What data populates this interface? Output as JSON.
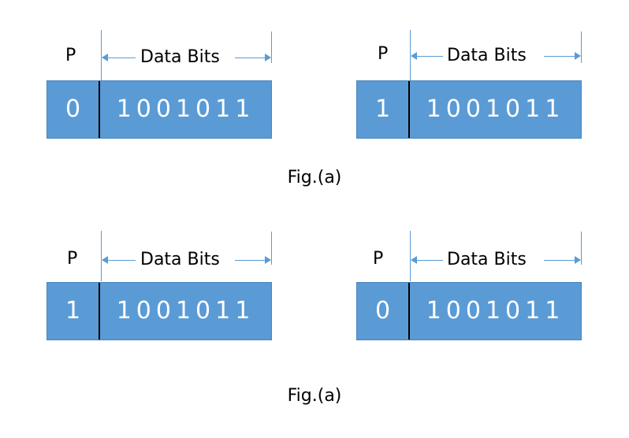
{
  "frames": [
    {
      "parity_header": "P",
      "data_header": "Data Bits",
      "parity_value": "0",
      "data_value": "1001011"
    },
    {
      "parity_header": "P",
      "data_header": "Data Bits",
      "parity_value": "1",
      "data_value": "1001011"
    },
    {
      "parity_header": "P",
      "data_header": "Data Bits",
      "parity_value": "1",
      "data_value": "1001011"
    },
    {
      "parity_header": "P",
      "data_header": "Data Bits",
      "parity_value": "0",
      "data_value": "1001011"
    }
  ],
  "captions": [
    "Fig.(a)",
    "Fig.(a)"
  ],
  "colors": {
    "box_fill": "#5b9bd5",
    "arrow": "#5b9bd5",
    "text_in_box": "#ffffff"
  }
}
